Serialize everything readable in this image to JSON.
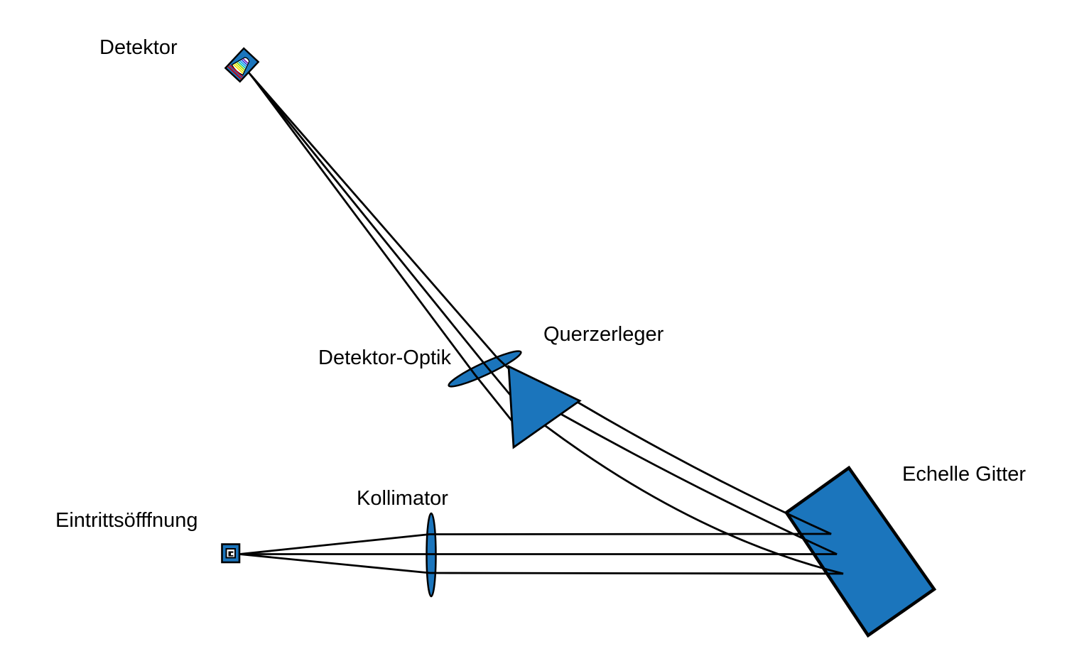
{
  "diagram": {
    "type": "optical-schematic",
    "subject": "Echelle spectrometer beam path",
    "labels": {
      "detektor": "Detektor",
      "detektor_optik": "Detektor-Optik",
      "querzerleger": "Querzerleger",
      "kollimator": "Kollimator",
      "eintrittsoeffnung": "Eintrittsöfffnung",
      "echelle_gitter": "Echelle Gitter"
    },
    "colors": {
      "background": "#ffffff",
      "element_fill": "#1b75bc",
      "outline": "#000000",
      "ray": "#000000",
      "detector_screen": "#ffffff",
      "spectrum": [
        "#d40000",
        "#cf0a2c",
        "#ffe000",
        "#cfe800",
        "#8cd400",
        "#00c0c0",
        "#00a0e8",
        "#2048e0",
        "#7818b4"
      ]
    },
    "ray_count": 3
  }
}
